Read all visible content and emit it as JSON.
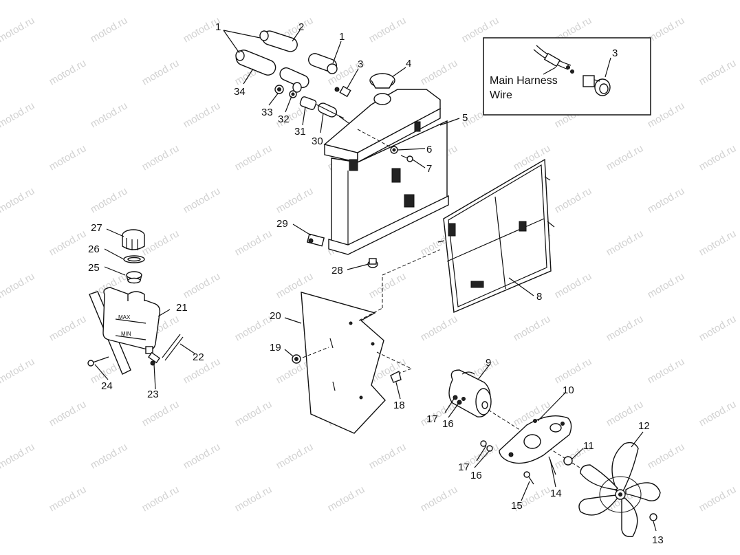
{
  "watermark": "motod.ru",
  "inset": {
    "label_line1": "Main Harness",
    "label_line2": "Wire",
    "callout": "3"
  },
  "callouts": {
    "c1a": "1",
    "c1b": "1",
    "c2": "2",
    "c3": "3",
    "c4": "4",
    "c5": "5",
    "c6": "6",
    "c7": "7",
    "c8": "8",
    "c9": "9",
    "c10": "10",
    "c11": "11",
    "c12": "12",
    "c13": "13",
    "c14": "14",
    "c15": "15",
    "c16a": "16",
    "c16b": "16",
    "c17a": "17",
    "c17b": "17",
    "c18": "18",
    "c19": "19",
    "c20": "20",
    "c21": "21",
    "c22": "22",
    "c23": "23",
    "c24": "24",
    "c25": "25",
    "c26": "26",
    "c27": "27",
    "c28": "28",
    "c29": "29",
    "c30": "30",
    "c31": "31",
    "c32": "32",
    "c33": "33",
    "c34": "34"
  },
  "tank_marks": {
    "max": "MAX",
    "min": "MIN"
  }
}
